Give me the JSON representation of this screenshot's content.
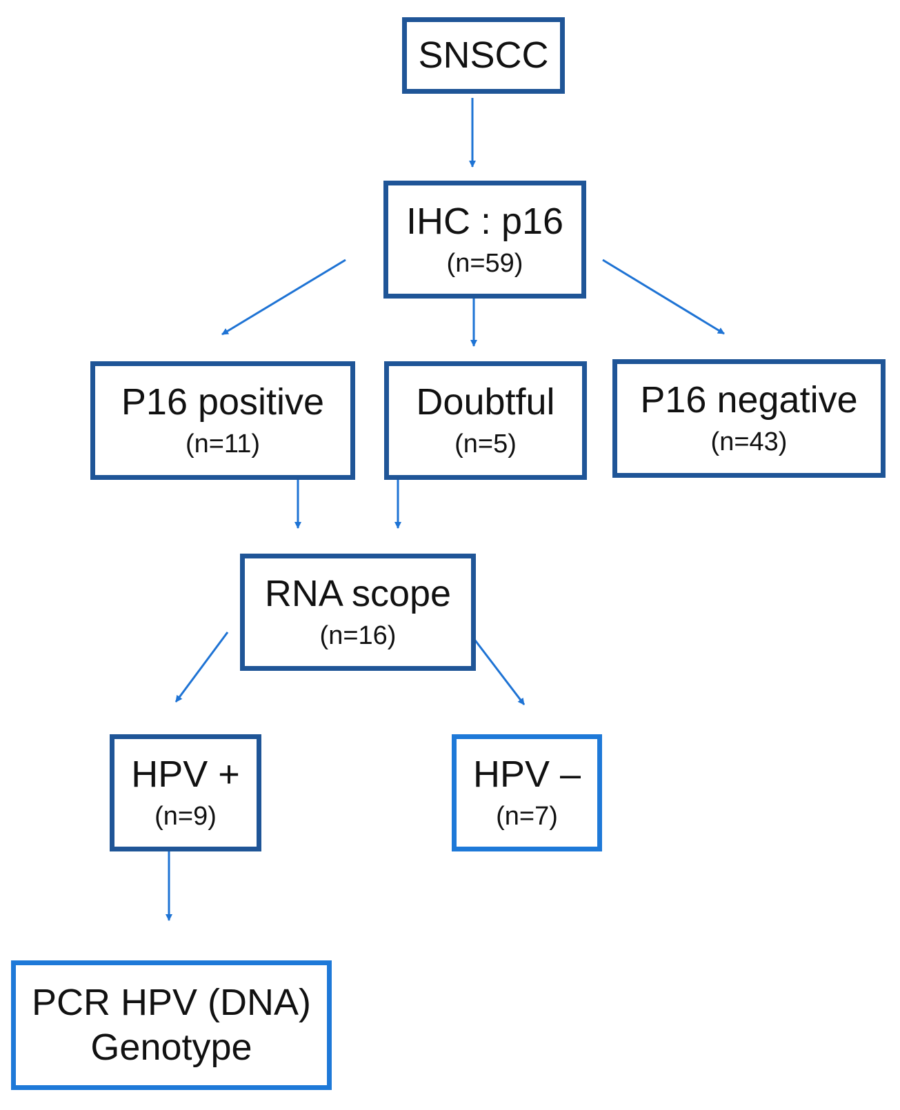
{
  "colors": {
    "box_border_dark": "#1f5597",
    "box_border_light": "#1e79d8",
    "arrow": "#1e73d4",
    "text": "#111111"
  },
  "nodes": {
    "snscc": {
      "label": "SNSCC"
    },
    "ihc": {
      "label": "IHC : p16",
      "count": "(n=59)"
    },
    "p16_positive": {
      "label": "P16 positive",
      "count": "(n=11)"
    },
    "doubtful": {
      "label": "Doubtful",
      "count": "(n=5)"
    },
    "p16_negative": {
      "label": "P16 negative",
      "count": "(n=43)"
    },
    "rna_scope": {
      "label": "RNA scope",
      "count": "(n=16)"
    },
    "hpv_positive": {
      "label": "HPV +",
      "count": "(n=9)"
    },
    "hpv_negative": {
      "label": "HPV –",
      "count": "(n=7)"
    },
    "pcr": {
      "line1": "PCR HPV (DNA)",
      "line2": "Genotype"
    }
  },
  "edges": [
    {
      "from": "snscc",
      "to": "ihc"
    },
    {
      "from": "ihc",
      "to": "p16_positive"
    },
    {
      "from": "ihc",
      "to": "doubtful"
    },
    {
      "from": "ihc",
      "to": "p16_negative"
    },
    {
      "from": "p16_positive",
      "to": "rna_scope"
    },
    {
      "from": "doubtful",
      "to": "rna_scope"
    },
    {
      "from": "rna_scope",
      "to": "hpv_positive"
    },
    {
      "from": "rna_scope",
      "to": "hpv_negative"
    },
    {
      "from": "hpv_positive",
      "to": "pcr"
    }
  ]
}
